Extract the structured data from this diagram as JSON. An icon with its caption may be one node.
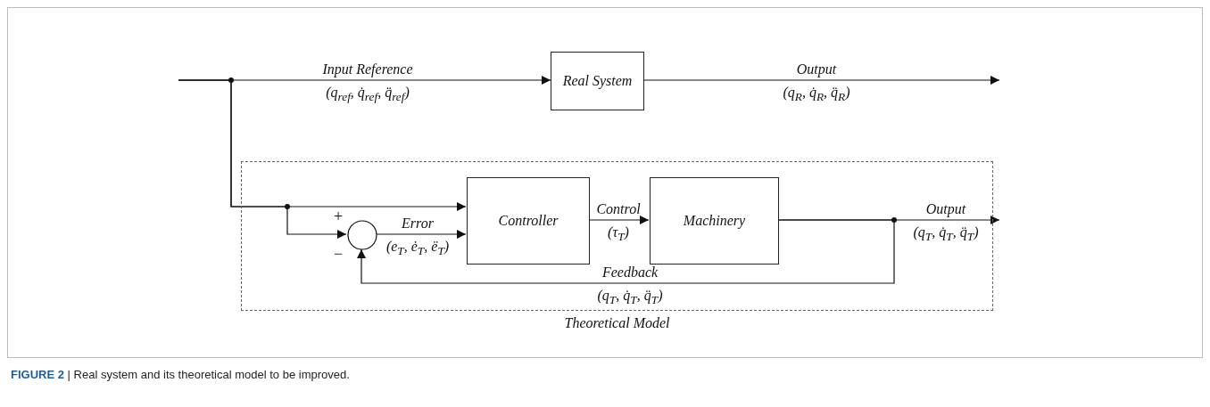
{
  "diagram": {
    "caption": "**FIGURE 2** | Real system and its theoretical model to be improved.",
    "nodes": [
      {
        "text": [
          "Real System"
        ]
      },
      {
        "text": [
          "Theoretical Model"
        ]
      },
      {
        "text": [],
        "shape": "circle",
        "in": 1,
        "beside": [
          "+",
          "−"
        ]
      },
      {
        "text": [
          "Controller"
        ],
        "in": 1
      },
      {
        "text": [
          "Machinery"
        ],
        "in": 1
      }
    ],
    "edges": [
      {
        "from": null,
        "to": 0,
        "arrow": "to",
        "label": "Input Reference (q$_{ref}$, q̇$_{ref}$, q̈$_{ref}$)"
      },
      {
        "from": 0,
        "to": null,
        "arrow": "to",
        "label": "Output (q$_{R}$, q̇$_{R}$, q̈$_{R}$)"
      },
      {
        "from": null,
        "to": 3,
        "arrow": "to"
      },
      {
        "from": null,
        "to": 2,
        "arrow": "to"
      },
      {
        "from": 2,
        "to": 3,
        "arrow": "to",
        "label": "Error (e$_{T}$, ė$_{T}$, ë$_{T}$)"
      },
      {
        "from": 3,
        "to": 4,
        "arrow": "to",
        "label": "Control (τ$_{T}$)"
      },
      {
        "from": 4,
        "to": null,
        "arrow": "to",
        "label": "Output (q$_{T}$, q̇$_{T}$, q̈$_{T}$)"
      },
      {
        "from": 4,
        "to": 2,
        "arrow": "to",
        "label": "Feedback (q$_{T}$, q̇$_{T}$, q̈$_{T}$)"
      }
    ]
  }
}
